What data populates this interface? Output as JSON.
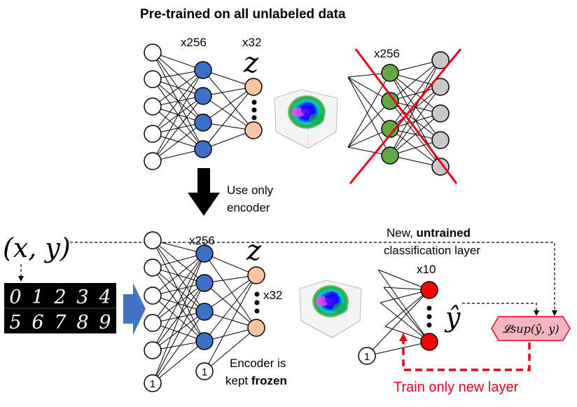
{
  "title": "Pre-trained on all unlabeled data",
  "top": {
    "hidden_count": "x256",
    "latent_count": "x32",
    "latent_symbol": "z",
    "decoder_count": "x256"
  },
  "arrow_label": {
    "line1": "Use only",
    "line2": "encoder"
  },
  "bottom": {
    "input_label": "(x, y)",
    "hidden_count": "x256",
    "latent_symbol": "z",
    "latent_count": "x32",
    "bias_symbol": "1",
    "frozen_note": {
      "line1": "Encoder is",
      "line2_prefix": "kept ",
      "line2_bold": "frozen"
    },
    "new_layer_note": {
      "line1_prefix": "New, ",
      "line1_bold": "untrained",
      "line2": "classification layer"
    },
    "output_count": "x10",
    "output_symbol": "ŷ",
    "loss_label": "𝓛sup(ŷ, y)",
    "train_label": "Train only new layer"
  },
  "digits": {
    "row1": [
      "0",
      "1",
      "2",
      "3",
      "4"
    ],
    "row2": [
      "5",
      "6",
      "7",
      "8",
      "9"
    ]
  },
  "colors": {
    "hidden": "#3d6fc6",
    "latent": "#f9c5a4",
    "decoder": "#62a844",
    "output_grey": "#c8c8c8",
    "classifier": "#ff0000",
    "loss_box": "#f4b6c2",
    "accent_red": "#e8001c",
    "arrow_blue": "#4472c4"
  }
}
